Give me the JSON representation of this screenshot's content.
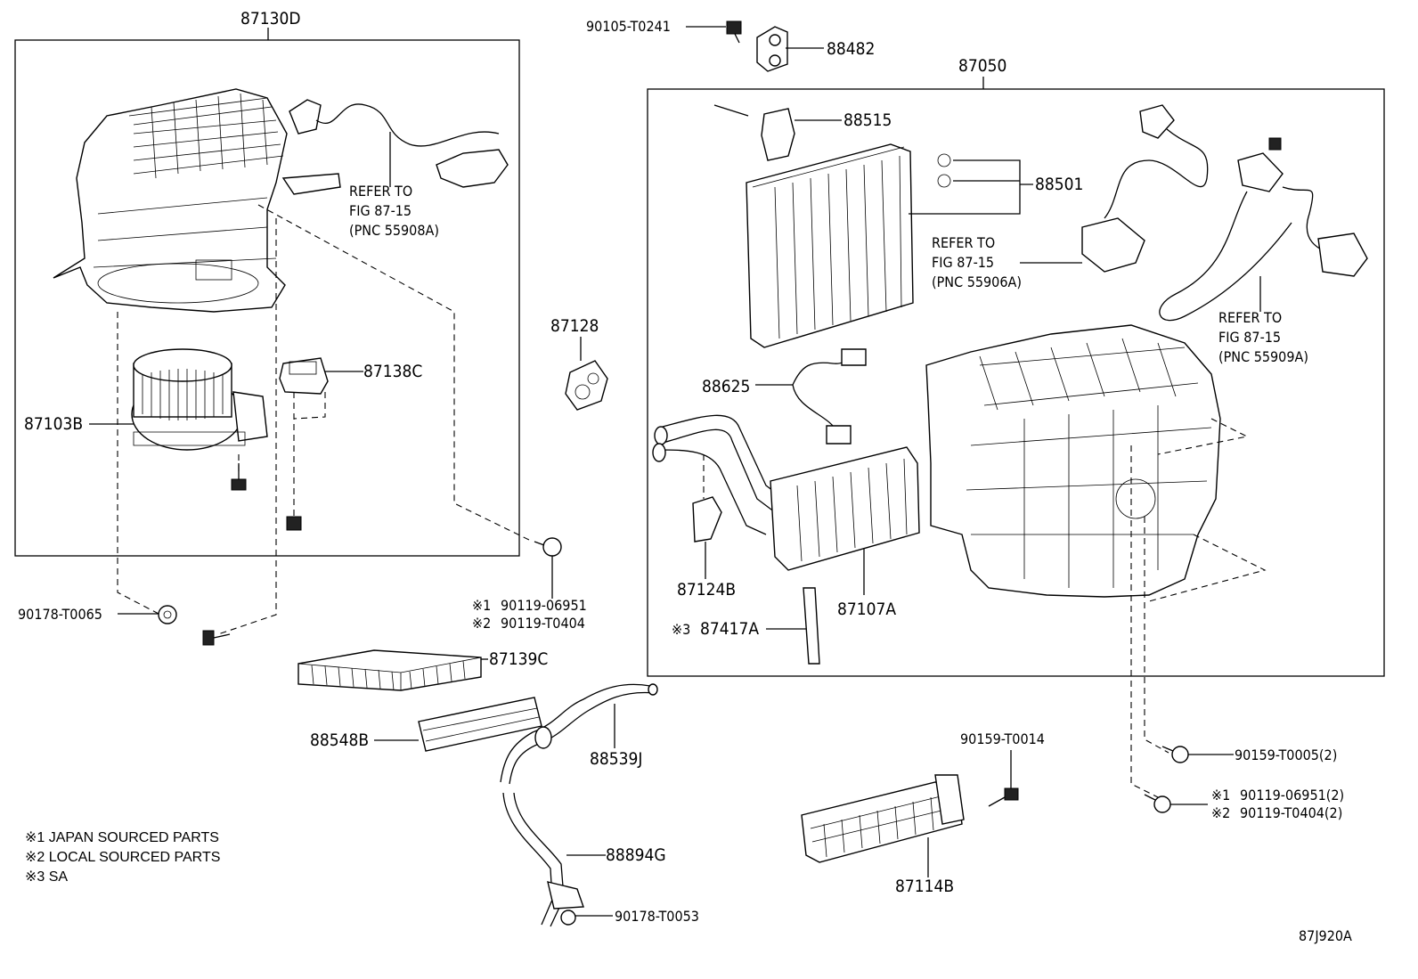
{
  "diagram_id": "87J920A",
  "notes": [
    "※1 JAPAN SOURCED PARTS",
    "※2 LOCAL SOURCED PARTS",
    "※3 SA"
  ],
  "parts": {
    "p87130D": "87130D",
    "p87050": "87050",
    "p90105": "90105-T0241",
    "p88482": "88482",
    "p88515": "88515",
    "p88501": "88501",
    "p87128": "87128",
    "p87138C": "87138C",
    "p87103B": "87103B",
    "p88625": "88625",
    "p87124B": "87124B",
    "p87107A": "87107A",
    "p87417A": "87417A",
    "p87417A_mark": "※3",
    "p90178a": "90178-T0065",
    "p90119a1": "90119-06951",
    "p90119a1_mark": "※1",
    "p90119a2": "90119-T0404",
    "p90119a2_mark": "※2",
    "p87139C": "87139C",
    "p88548B": "88548B",
    "p88539J": "88539J",
    "p88894G": "88894G",
    "p90178b": "90178-T0053",
    "p90159a": "90159-T0014",
    "p87114B": "87114B",
    "p90159b": "90159-T0005(2)",
    "p90119b1": "90119-06951(2)",
    "p90119b1_mark": "※1",
    "p90119b2": "90119-T0404(2)",
    "p90119b2_mark": "※2"
  },
  "refs": {
    "ref1": [
      "REFER TO",
      "FIG 87-15",
      "(PNC 55908A)"
    ],
    "ref2": [
      "REFER TO",
      "FIG 87-15",
      "(PNC 55906A)"
    ],
    "ref3": [
      "REFER TO",
      "FIG 87-15",
      "(PNC 55909A)"
    ]
  }
}
